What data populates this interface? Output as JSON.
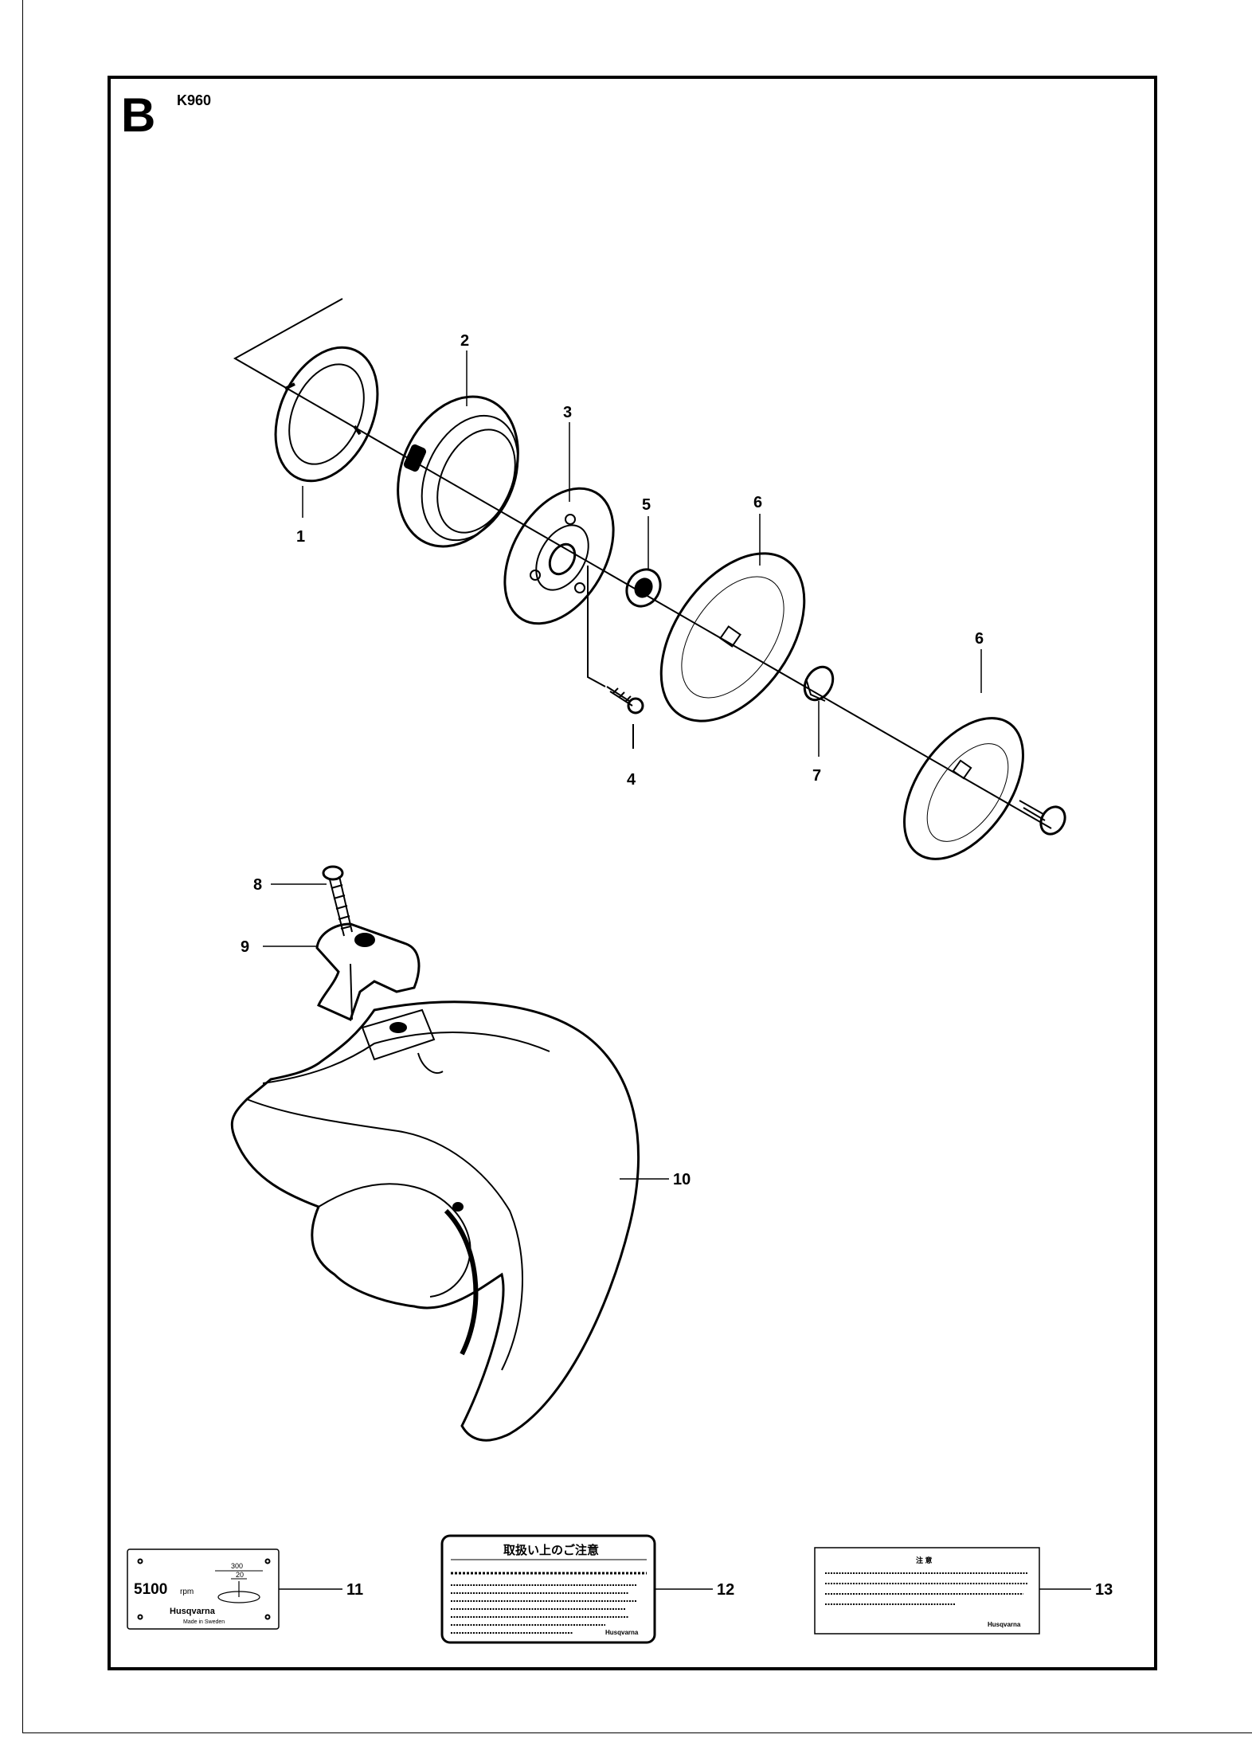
{
  "section": "B",
  "model": "K960",
  "callouts": {
    "c1": "1",
    "c2": "2",
    "c3": "3",
    "c4": "4",
    "c5": "5",
    "c6a": "6",
    "c6b": "6",
    "c7": "7",
    "c8": "8",
    "c9": "9",
    "c10": "10",
    "c11": "11",
    "c12": "12",
    "c13": "13"
  },
  "decal11": {
    "rpm": "5100",
    "rpm_unit": "rpm",
    "dim_outer": "300",
    "dim_inner": "20",
    "brand": "Husqvarna",
    "made_in": "Made in Sweden"
  },
  "decal12": {
    "title": "取扱い上のご注意",
    "brand": "Husqvarna"
  },
  "decal13": {
    "title": "注 意",
    "brand": "Husqvarna"
  }
}
